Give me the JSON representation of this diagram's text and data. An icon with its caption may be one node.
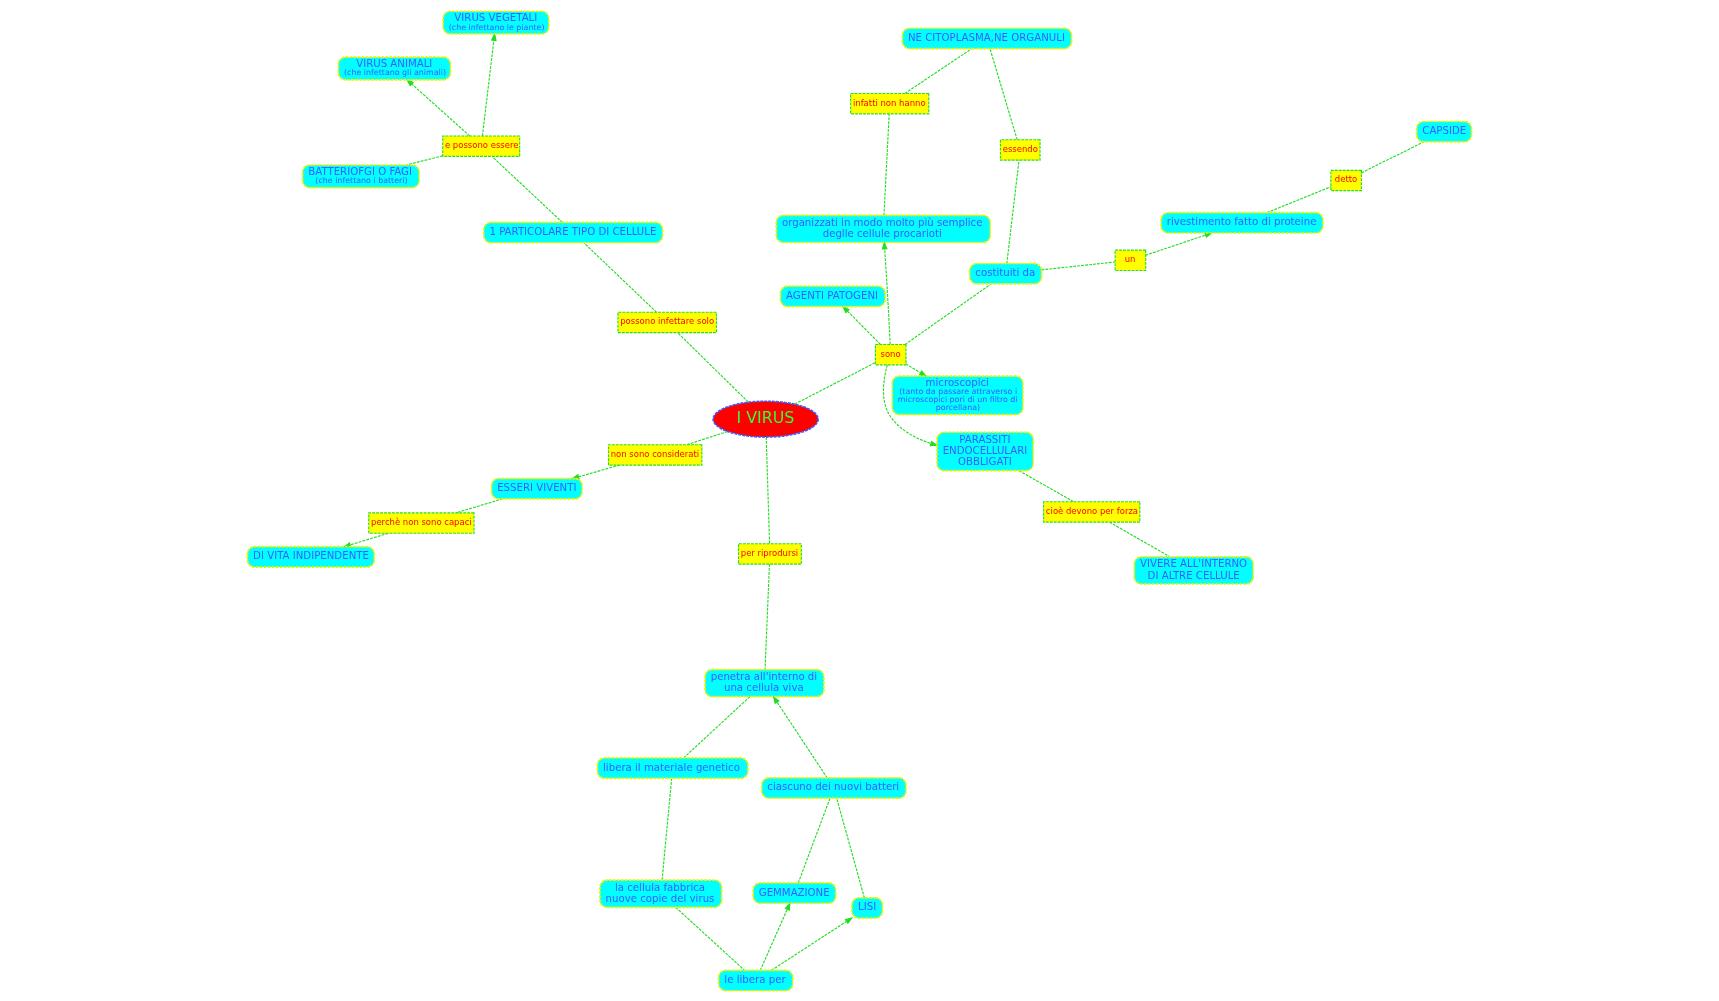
{
  "diagram": {
    "nodes": [
      {
        "text": [
          "AGENTI PATOGENI"
        ]
      },
      {
        "text": [
          "organizzati in modo molto più semplice deglle cellule procarioti"
        ]
      },
      {
        "text": [
          "microscopici",
          "(tanto da passare attraverso i microscopici pori di un filtro di porcellana)"
        ]
      },
      {
        "text": [
          "infatti non hanno"
        ]
      },
      {
        "text": [
          "NE CITOPLASMA,NE ORGANULI"
        ]
      },
      {
        "text": [
          "PARASSITI ENDOCELLULARI OBBLIGATI"
        ]
      },
      {
        "text": [
          "sono"
        ]
      },
      {
        "text": [
          "cioè devono per forza"
        ]
      },
      {
        "text": [
          "essendo"
        ]
      },
      {
        "text": [
          "rivestimento fatto di proteine"
        ]
      },
      {
        "text": [
          "un"
        ]
      },
      {
        "text": [
          "costituiti da"
        ]
      },
      {
        "text": [
          "VIVERE ALL'INTERNO DI ALTRE CELLULE"
        ]
      },
      {
        "text": [
          "detto"
        ]
      },
      {
        "text": [
          "possono infettare solo"
        ]
      },
      {
        "text": [
          "I VIRUS"
        ]
      },
      {
        "text": [
          "non sono considerati"
        ]
      },
      {
        "text": [
          "ESSERI VIVENTI"
        ]
      },
      {
        "text": [
          "CAPSIDE"
        ]
      },
      {
        "text": [
          "DI VITA INDIPENDENTE"
        ]
      },
      {
        "text": [
          "perchè non sono capaci"
        ]
      },
      {
        "text": [
          "1 PARTICOLARE TIPO DI CELLULE"
        ]
      },
      {
        "text": [
          "per riprodursi"
        ]
      },
      {
        "text": [
          "VIRUS ANIMALI",
          "(che infettano gli animali)"
        ]
      },
      {
        "text": [
          "e possono essere"
        ]
      },
      {
        "text": [
          "VIRUS VEGETALI",
          "(che infettano le piante)"
        ]
      },
      {
        "text": [
          "penetra all'interno di una cellula viva"
        ]
      },
      {
        "text": [
          "BATTERIOFGI O FAGI",
          "(che infettano i batteri)"
        ]
      },
      {
        "text": [
          "ciascuno dei nuovi batteri"
        ]
      },
      {
        "text": [
          "libera il materiale genetico"
        ]
      },
      {
        "text": [
          "LISI"
        ]
      },
      {
        "text": [
          "GEMMAZIONE"
        ]
      },
      {
        "text": [
          "le libera per"
        ]
      },
      {
        "text": [
          "la cellula fabbrica nuove copie del virus"
        ]
      }
    ],
    "edges": [
      {
        "from": 15,
        "to": 6,
        "arrow": "none"
      },
      {
        "from": 6,
        "to": 0,
        "arrow": "to"
      },
      {
        "from": 6,
        "to": 1,
        "arrow": "to"
      },
      {
        "from": 6,
        "to": 2,
        "arrow": "to"
      },
      {
        "from": 6,
        "to": 5,
        "arrow": "to"
      },
      {
        "from": 6,
        "to": 11,
        "arrow": "none"
      },
      {
        "from": 11,
        "to": 10,
        "arrow": "none"
      },
      {
        "from": 10,
        "to": 9,
        "arrow": "to"
      },
      {
        "from": 11,
        "to": 8,
        "arrow": "none"
      },
      {
        "from": 8,
        "to": 4,
        "arrow": "none"
      },
      {
        "from": 1,
        "to": 3,
        "arrow": "none"
      },
      {
        "from": 3,
        "to": 4,
        "arrow": "none"
      },
      {
        "from": 5,
        "to": 7,
        "arrow": "none"
      },
      {
        "from": 7,
        "to": 12,
        "arrow": "none"
      },
      {
        "from": 9,
        "to": 13,
        "arrow": "none"
      },
      {
        "from": 13,
        "to": 18,
        "arrow": "none"
      },
      {
        "from": 15,
        "to": 14,
        "arrow": "none"
      },
      {
        "from": 14,
        "to": 21,
        "arrow": "none"
      },
      {
        "from": 21,
        "to": 24,
        "arrow": "none"
      },
      {
        "from": 24,
        "to": 23,
        "arrow": "to"
      },
      {
        "from": 24,
        "to": 25,
        "arrow": "to"
      },
      {
        "from": 24,
        "to": 27,
        "arrow": "none"
      },
      {
        "from": 15,
        "to": 16,
        "arrow": "none"
      },
      {
        "from": 16,
        "to": 17,
        "arrow": "to"
      },
      {
        "from": 17,
        "to": 20,
        "arrow": "none"
      },
      {
        "from": 20,
        "to": 19,
        "arrow": "to"
      },
      {
        "from": 15,
        "to": 22,
        "arrow": "none"
      },
      {
        "from": 22,
        "to": 26,
        "arrow": "none"
      },
      {
        "from": 26,
        "to": 29,
        "arrow": "none"
      },
      {
        "from": 29,
        "to": 33,
        "arrow": "none"
      },
      {
        "from": 33,
        "to": 32,
        "arrow": "none"
      },
      {
        "from": 32,
        "to": 30,
        "arrow": "to"
      },
      {
        "from": 32,
        "to": 31,
        "arrow": "to"
      },
      {
        "from": 30,
        "to": 28,
        "arrow": "none"
      },
      {
        "from": 31,
        "to": 28,
        "arrow": "none"
      },
      {
        "from": 28,
        "to": 26,
        "arrow": "to"
      }
    ]
  }
}
